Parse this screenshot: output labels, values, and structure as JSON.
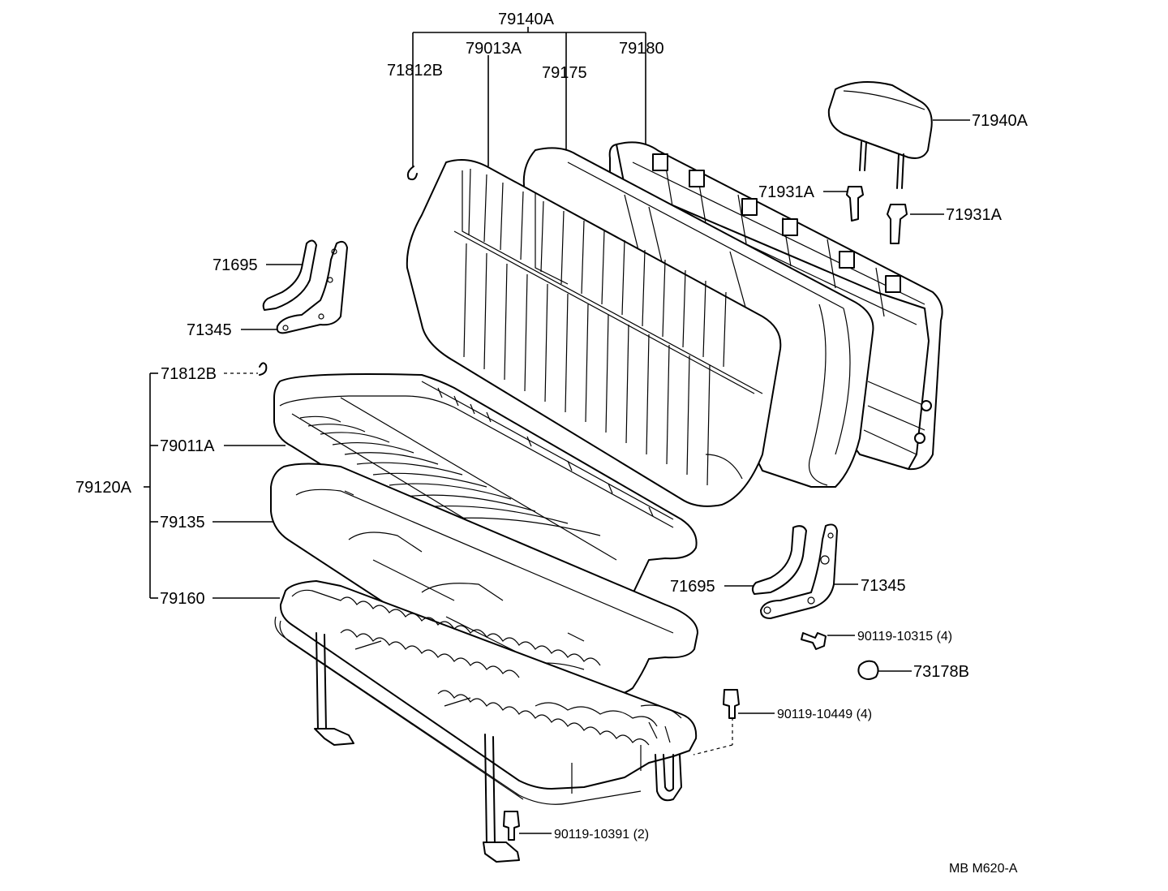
{
  "labels": {
    "p79140A": "79140A",
    "p79013A": "79013A",
    "p79180": "79180",
    "p71812B_top": "71812B",
    "p79175": "79175",
    "p71940A": "71940A",
    "p71931A_left": "71931A",
    "p71931A_right": "71931A",
    "p71695_left": "71695",
    "p71345_left": "71345",
    "p71812B_mid": "71812B",
    "p79011A": "79011A",
    "p79120A": "79120A",
    "p79135": "79135",
    "p79160": "79160",
    "p71695_right": "71695",
    "p71345_right": "71345",
    "p90119_10315": "90119-10315 (4)",
    "p73178B": "73178B",
    "p90119_10449": "90119-10449 (4)",
    "p90119_10391": "90119-10391 (2)",
    "ref_code": "MB  M620-A"
  }
}
